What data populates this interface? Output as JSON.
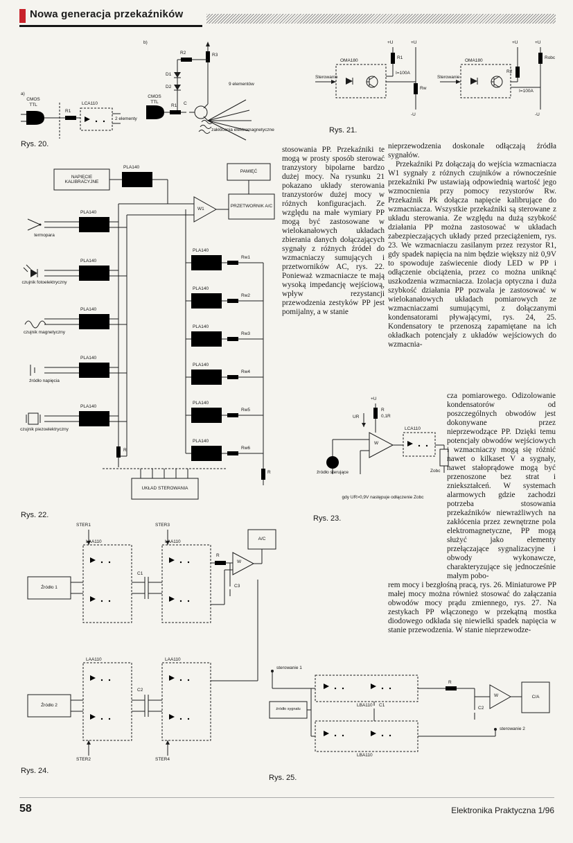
{
  "page": {
    "title": "Nowa generacja przekaźników",
    "footer_page_number": "58",
    "footer_journal": "Elektronika Praktyczna 1/96"
  },
  "figures": {
    "fig20": {
      "caption": "Rys. 20.",
      "sub_a": "a)",
      "sub_b": "b)",
      "gate_a": "CMOS TTL",
      "gate_b": "CMOS TTL",
      "r1a": "R1",
      "relay_a": "LCA110",
      "elements_a": "2 elementy",
      "r1b": "R1",
      "r2": "R2",
      "r3": "R3",
      "d1": "D1",
      "d2": "D2",
      "cap": "C",
      "elements_b": "9 elementów",
      "noise": "zakłócenia elektromagnetyczne"
    },
    "fig21": {
      "caption": "Rys. 21.",
      "relay": "OMA180",
      "control": "Sterowanie",
      "r1": "R1",
      "r2": "R2",
      "rw": "Rw",
      "rob": "Robc",
      "current": "I=100A",
      "vplus": "+U",
      "vminus": "-U"
    },
    "fig22": {
      "caption": "Rys. 22.",
      "relay": "PLA140",
      "calib_box": "NAPIĘCIE KALIBRACYJNE",
      "memory_box": "PAMIĘĆ",
      "adc_box": "PRZETWORNIK A/C",
      "amp": "W1",
      "control_box": "UKŁAD STEROWANIA",
      "sensor1": "termopara",
      "sensor2": "czujnik fotoelektryczny",
      "sensor3": "czujnik magnetyczny",
      "sensor4": "źródło napięcia",
      "sensor5": "czujnik piezoelektryczny",
      "r": "R",
      "rw": [
        "Rw1",
        "Rw2",
        "Rw3",
        "Rw4",
        "Rw5",
        "Rw6"
      ]
    },
    "fig23": {
      "caption": "Rys. 23.",
      "vplus": "+U",
      "r": "R",
      "rval": "0,1R",
      "ur": "UR",
      "amp": "W",
      "relay": "LCA110",
      "source": "źródło sterujące",
      "load": "Zobc",
      "note": "gdy UR>0,9V następuje odłączenie Zobc"
    },
    "fig24": {
      "caption": "Rys. 24.",
      "relay": "LAA110",
      "ster1": "STER1",
      "ster2": "STER2",
      "ster3": "STER3",
      "ster4": "STER4",
      "source1": "Źródło 1",
      "source2": "Źródło 2",
      "c1": "C1",
      "c2": "C2",
      "c3": "C3",
      "r": "R",
      "amp": "W",
      "adc": "A/C"
    },
    "fig25": {
      "caption": "Rys. 25.",
      "relay": "LBA110",
      "control1": "sterowanie 1",
      "control2": "sterowanie 2",
      "source": "źródło sygnału",
      "c1": "C1",
      "c2": "C2",
      "r": "R",
      "amp": "W",
      "dac": "C/A"
    }
  },
  "body": {
    "col_mid": [
      "stosowania PP. Przekaźniki te mogą w prosty sposób sterować tranzystory bipolarne bardzo dużej mocy. Na rysunku 21 pokazano układy sterowania tranzystorów dużej mocy w różnych konfiguracjach. Ze względu na małe wymiary PP mogą być zastosowane w wielokanałowych układach zbierania danych dołączających sygnały z różnych źródeł do wzmacniaczy sumujących i przetworników AC, rys. 22. Ponieważ wzmacniacze te mają wysoką impedancję wejściową, wpływ rezystancji przewodzenia zestyków PP jest pomijalny, a w stanie"
    ],
    "col_right": [
      "nieprzewodzenia doskonale odłączają źródła sygnałów.",
      "Przekaźniki Pz dołączają do wejścia wzmacniacza W1 sygnały z różnych czujników a równocześnie przekaźniki Pw ustawiają odpowiednią wartość jego wzmocnienia przy pomocy rezystorów Rw. Przekaźnik Pk dołącza napięcie kalibrujące do wzmacniacza. Wszystkie przekaźniki są sterowane z układu sterowania. Ze względu na dużą szybkość działania PP można zastosować w układach zabezpieczających układy przed przeciążeniem, rys. 23. We wzmacniaczu zasilanym przez rezystor R1, gdy spadek napięcia na nim będzie większy niż 0,9V to spowoduje zaświecenie diody LED w PP i odłączenie obciążenia, przez co można uniknąć uszkodzenia wzmacniacza. Izolacja optyczna i duża szybkość działania PP pozwala je zastosować w wielokanałowych układach pomiarowych ze wzmacniaczami sumującymi, z dołączanymi kondensatorami pływającymi, rys. 24, 25. Kondensatory te przenoszą zapamiętane na ich okładkach potencjały z układów wejściowych do wzmacnia-"
    ],
    "col_narrow": [
      "cza pomiarowego. Odizolowanie kondensatorów od poszczególnych obwodów jest dokonywane przez nieprzewodzące PP. Dzięki temu potencjały obwodów wejściowych i wzmacniaczy mogą się różnić nawet o kilkaset V a sygnały, nawet stałoprądowe mogą być przenoszone bez strat i zniekształceń. W systemach alarmowych gdzie zachodzi potrzeba stosowania przekaźników niewrażliwych na zakłócenia przez zewnętrzne pola elektromagnetyczne, PP mogą służyć jako elementy przełączające sygnalizacyjne i obwody wykonawcze, charakteryzujące się jednocześnie małym pobo-"
    ],
    "col_wide": [
      "rem mocy i bezgłośną pracą, rys. 26. Miniaturowe PP małej mocy można również stosować do załączania obwodów mocy prądu zmiennego, rys. 27. Na zestykach PP włączonego w przekątną mostka diodowego odkłada się niewielki spadek napięcia w stanie przewodzenia. W stanie nieprzewodze-"
    ]
  }
}
